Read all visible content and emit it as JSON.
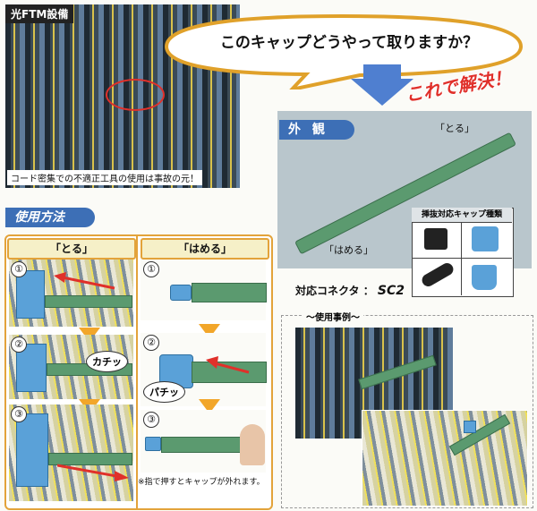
{
  "top_photo": {
    "label": "光FTM設備",
    "caption": "コード密集での不適正工具の使用は事故の元！"
  },
  "speech": {
    "text": "このキャップどうやって取りますか？"
  },
  "banner": {
    "text": "これで解決！"
  },
  "appearance": {
    "title": "外 観",
    "label_take": "「とる」",
    "label_insert": "「はめる」",
    "cap_types_title": "挿抜対応キャップ種類",
    "connector_label": "対応コネクタ",
    "connector_value": "SC2"
  },
  "usage": {
    "title": "使用方法",
    "col_take": "「とる」",
    "col_insert": "「はめる」",
    "steps_take": [
      "①",
      "②",
      "③"
    ],
    "steps_insert": [
      "①",
      "②",
      "③"
    ],
    "sfx_kachi": "カチッ",
    "sfx_pachi": "パチッ",
    "note": "※指で押すとキャップが外れます。"
  },
  "example": {
    "title": "～使用事例～"
  },
  "colors": {
    "accent_orange": "#f2a62a",
    "tag_blue": "#3d6fb6",
    "tool_green": "#5b9a6f",
    "part_blue": "#5aa1d8"
  }
}
